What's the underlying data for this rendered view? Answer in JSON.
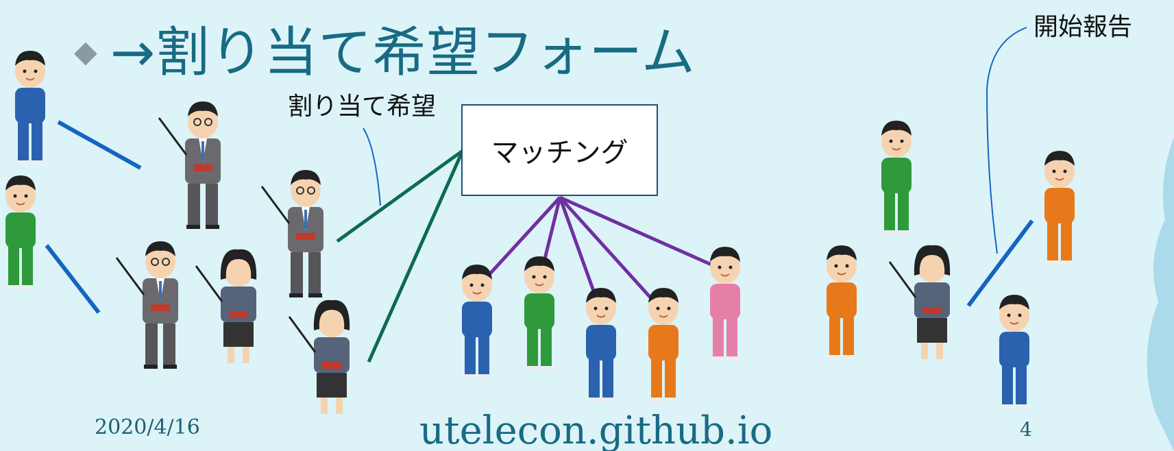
{
  "slide": {
    "title_bullet": "◆",
    "title": "→割り当て希望フォーム",
    "labels": {
      "request": "割り当て希望",
      "start_report": "開始報告",
      "matching": "マッチング"
    },
    "footer": {
      "date": "2020/4/16",
      "url": "utelecon.github.io",
      "page": "4"
    }
  },
  "colors": {
    "background": "#dcf3f8",
    "title": "#186b83",
    "blue_link": "#1565c0",
    "green_link": "#0d6b4f",
    "purple_link": "#7030a0",
    "box_border": "#1f4e79"
  },
  "figures": {
    "student_blue": "student-blue-tracksuit",
    "student_green": "student-green-tracksuit",
    "student_orange": "student-orange-tracksuit",
    "student_pink": "student-pink-tracksuit",
    "teacher_male": "teacher-male-pointer",
    "teacher_female": "teacher-female-pointer"
  }
}
